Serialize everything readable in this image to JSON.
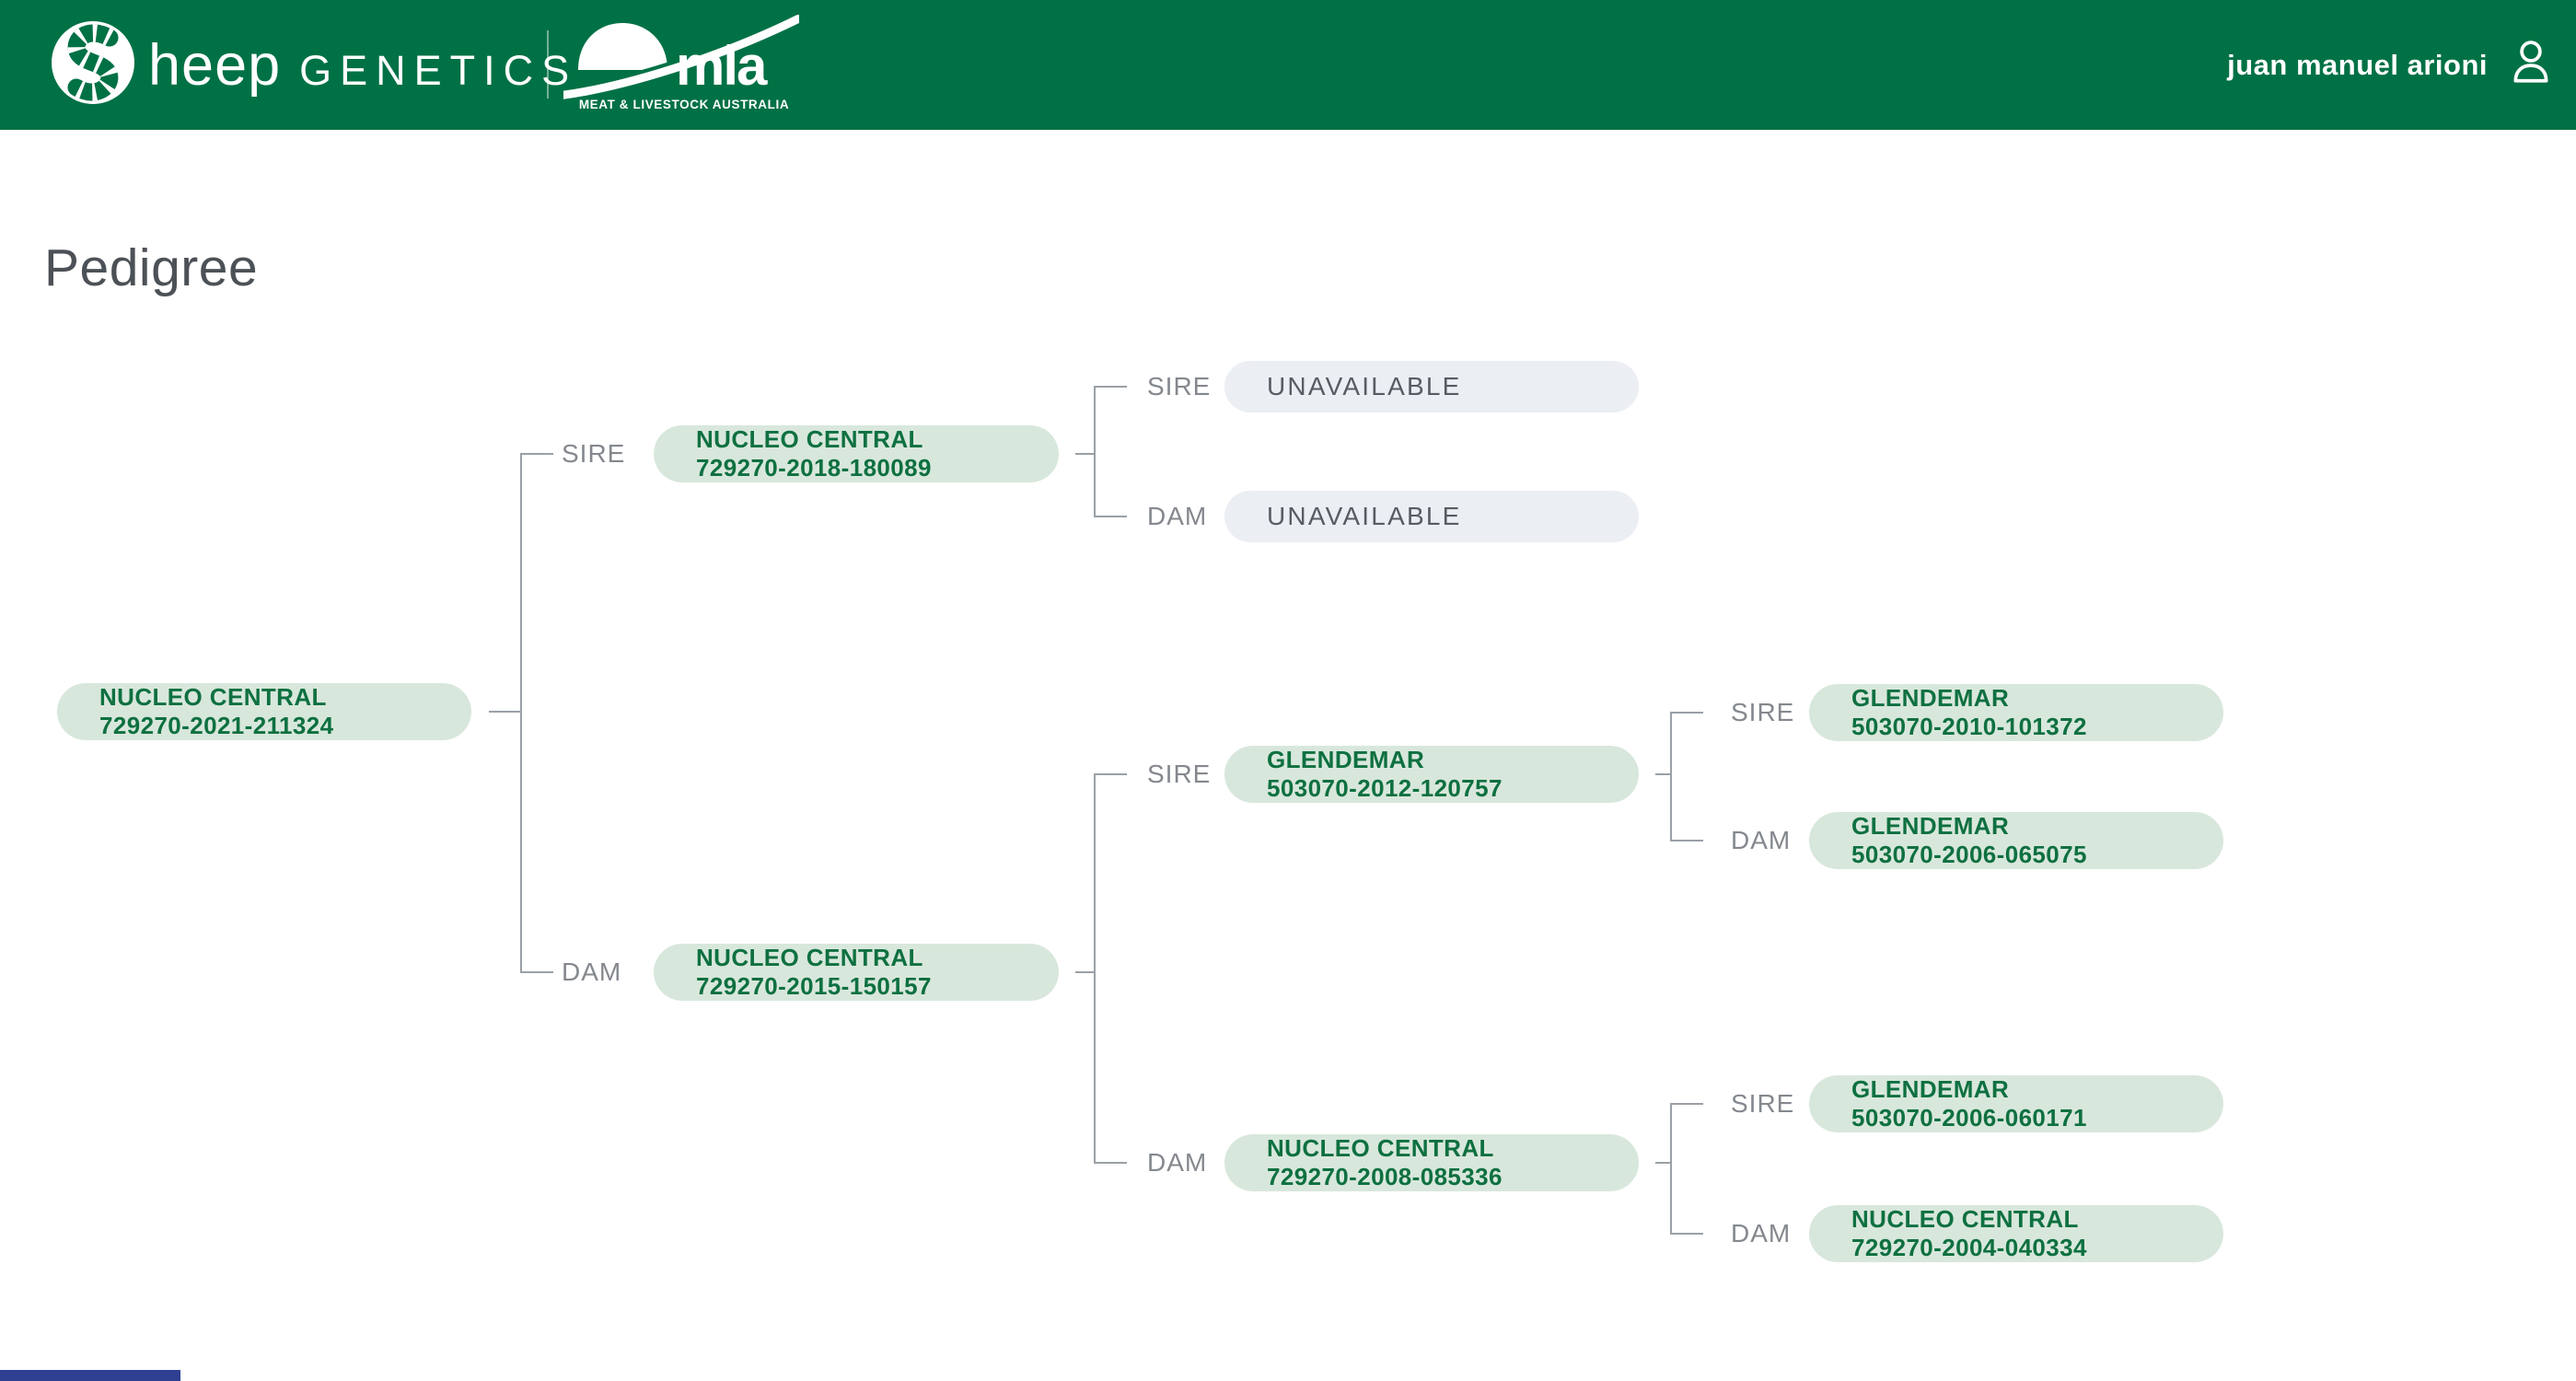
{
  "header": {
    "brand": {
      "icon": "sheep-dna-s-icon",
      "name_prefix": "heep",
      "name_suffix": "GENETICS"
    },
    "mla": {
      "icon": "mla-hill-swoosh-icon",
      "name": "mla",
      "tagline": "MEAT & LIVESTOCK AUSTRALIA"
    },
    "user": {
      "name": "juan manuel arioni",
      "icon": "person-icon"
    }
  },
  "page": {
    "title": "Pedigree"
  },
  "labels": {
    "sire": "SIRE",
    "dam": "DAM"
  },
  "tree": {
    "root": {
      "name": "NUCLEO CENTRAL",
      "id": "729270-2021-211324"
    },
    "sire": {
      "name": "NUCLEO CENTRAL",
      "id": "729270-2018-180089",
      "sire": {
        "status": "UNAVAILABLE"
      },
      "dam": {
        "status": "UNAVAILABLE"
      }
    },
    "dam": {
      "name": "NUCLEO CENTRAL",
      "id": "729270-2015-150157",
      "sire": {
        "name": "GLENDEMAR",
        "id": "503070-2012-120757",
        "sire": {
          "name": "GLENDEMAR",
          "id": "503070-2010-101372"
        },
        "dam": {
          "name": "GLENDEMAR",
          "id": "503070-2006-065075"
        }
      },
      "dam": {
        "name": "NUCLEO CENTRAL",
        "id": "729270-2008-085336",
        "sire": {
          "name": "GLENDEMAR",
          "id": "503070-2006-060171"
        },
        "dam": {
          "name": "NUCLEO CENTRAL",
          "id": "729270-2004-040334"
        }
      }
    }
  },
  "colors": {
    "header_green": "#007145",
    "node_bg": "#d8e7dc",
    "node_text": "#0e7040",
    "unavailable_bg": "#ebeef3",
    "unavailable_text": "#575c62",
    "connector_gray": "#9aa0a6",
    "footer_blue": "#2f3f92"
  }
}
